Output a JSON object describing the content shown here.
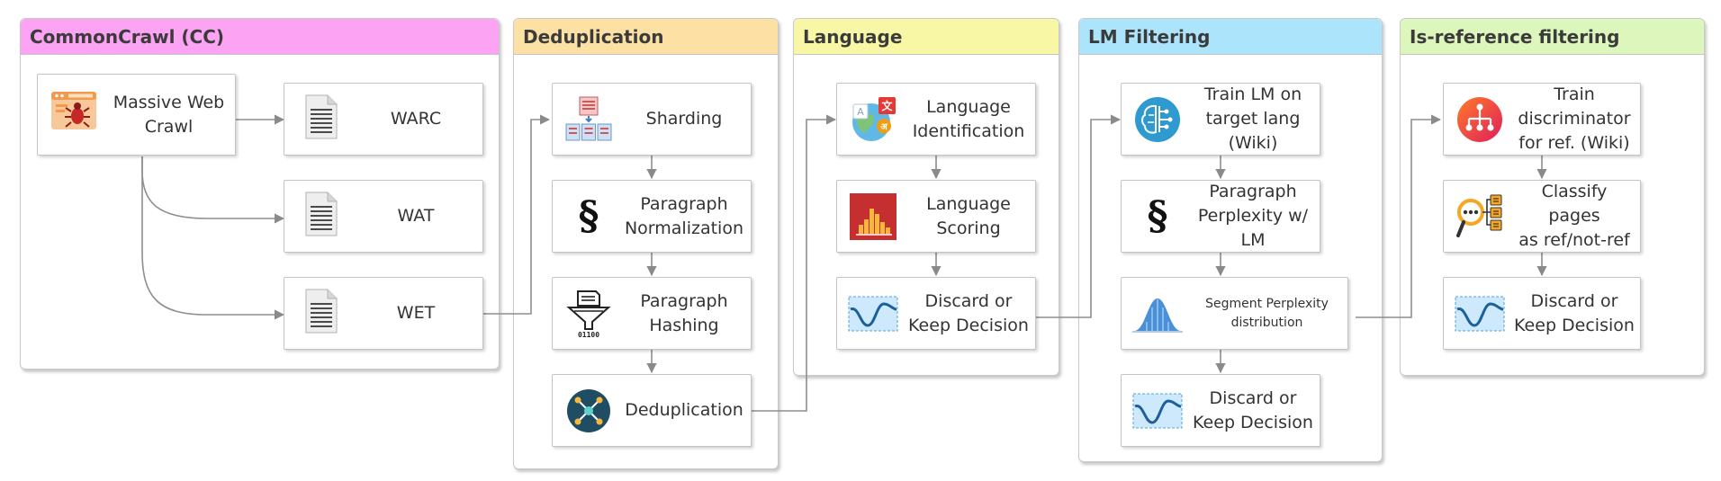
{
  "stages": {
    "commoncrawl": {
      "title": "CommonCrawl (CC)",
      "color": "#fca3f3"
    },
    "dedup": {
      "title": "Deduplication",
      "color": "#fde0a3"
    },
    "language": {
      "title": "Language",
      "color": "#f8f7a5"
    },
    "lmfilter": {
      "title": "LM Filtering",
      "color": "#abe4fb"
    },
    "isref": {
      "title": "Is-reference filtering",
      "color": "#dcf6bb"
    }
  },
  "nodes": {
    "crawl": "Massive Web\nCrawl",
    "warc": "WARC",
    "wat": "WAT",
    "wet": "WET",
    "sharding": "Sharding",
    "para_norm": "Paragraph\nNormalization",
    "para_hash": "Paragraph\nHashing",
    "dedup": "Deduplication",
    "lang_id": "Language\nIdentification",
    "lang_score": "Language\nScoring",
    "lang_discard": "Discard or\nKeep Decision",
    "train_lm": "Train LM on\ntarget lang (Wiki)",
    "para_ppl": "Paragraph\nPerplexity w/ LM",
    "seg_ppl": "Segment Perplexity\ndistribution",
    "lm_discard": "Discard or\nKeep Decision",
    "train_disc": "Train discriminator\nfor ref. (Wiki)",
    "classify": "Classify pages\nas ref/not-ref",
    "ref_discard": "Discard or\nKeep Decision"
  },
  "icons": {
    "crawl": "web-crawler-bug-icon",
    "doc": "document-icon",
    "sharding": "database-sharding-icon",
    "section": "section-sign-icon",
    "hash": "funnel-hash-icon",
    "dedup": "network-hub-icon",
    "lang": "translate-globe-icon",
    "score": "bar-chart-icon",
    "wave": "wave-signal-icon",
    "brain": "brain-icon",
    "bell": "bell-curve-icon",
    "disc": "discriminator-tree-icon",
    "classify": "classify-search-icon"
  },
  "glyphs": {
    "section": "§",
    "hash_bits": "01100"
  }
}
